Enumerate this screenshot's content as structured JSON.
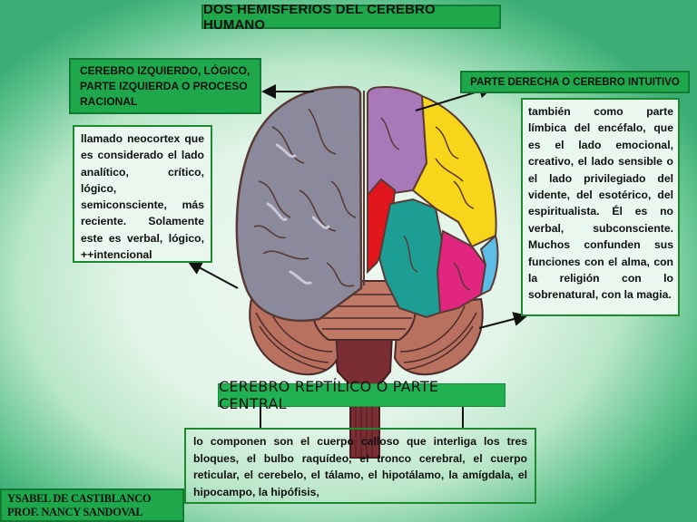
{
  "title": "DOS HEMISFERIOS DEL CEREBRO HUMANO",
  "left_hemisphere": {
    "heading": "CEREBRO IZQUIERDO, LÓGICO, PARTE IZQUIERDA O PROCESO RACIONAL",
    "description": "llamado neocortex que es considerado el lado analítico, crítico, lógico, semiconsciente, más reciente. Solamente este es verbal, lógico, ++intencional"
  },
  "right_hemisphere": {
    "heading": "PARTE DERECHA O CEREBRO INTUITIVO",
    "description": "también como parte límbica del encéfalo, que es el lado emocional, creativo, el lado sensible o el lado privilegiado del vidente, del esotérico, del espiritualista. Él es no verbal, subconsciente. Muchos confunden sus funciones con el alma, con la religión con lo sobrenatural, con la magia."
  },
  "reptilian_brain": {
    "heading": "CEREBRO REPTÍLICO O PARTE CENTRAL",
    "description": "lo componen son el cuerpo calloso que interliga los tres bloques, el bulbo raquídeo, el tronco cerebral, el cuerpo reticular, el cerebelo, el tálamo, el hipotálamo, la amígdala, el hipocampo, la hipófisis,"
  },
  "credits": {
    "author": "YSABEL DE CASTIBLANCO",
    "teacher": "PROF. NANCY SANDOVAL"
  },
  "colors": {
    "box_green": "#1ea84b",
    "left_hemisphere_gray": "#8a8a9c",
    "purple": "#a878b8",
    "yellow": "#f7d51a",
    "red": "#e0161c",
    "teal": "#1d9e94",
    "magenta": "#e0267e",
    "light_blue": "#5cbde6",
    "cerebellum": "#b9715f",
    "brainstem": "#7a2e33"
  }
}
